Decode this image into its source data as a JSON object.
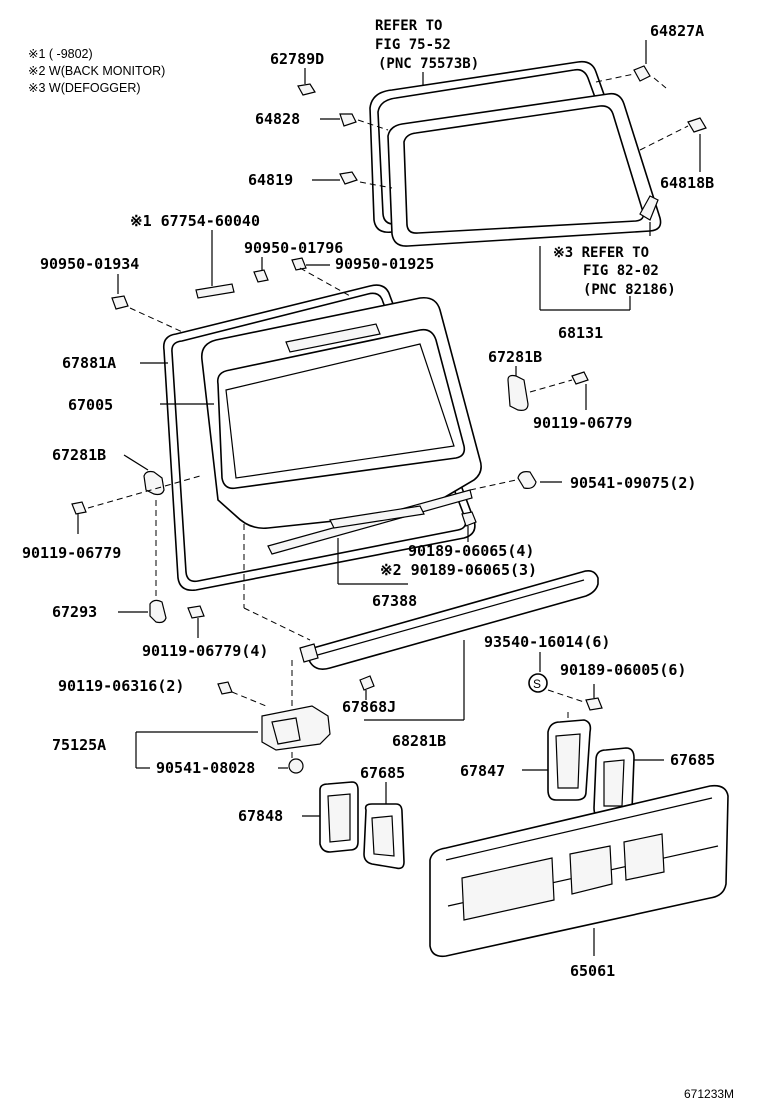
{
  "notes": [
    "※1 (      -9802)",
    "※2 W(BACK MONITOR)",
    "※3 W(DEFOGGER)"
  ],
  "refs": {
    "top": [
      "REFER TO",
      "FIG 75-52",
      "(PNC 75573B)"
    ],
    "defogger": [
      "※3 REFER TO",
      "FIG 82-02",
      "(PNC 82186)"
    ]
  },
  "labels": {
    "p62789D": "62789D",
    "p64827A": "64827A",
    "p64828": "64828",
    "p64819": "64819",
    "p64818B": "64818B",
    "p67754": "※1 67754-60040",
    "p90950_01796": "90950-01796",
    "p90950_01934": "90950-01934",
    "p90950_01925": "90950-01925",
    "p68131": "68131",
    "p67881A": "67881A",
    "p67005": "67005",
    "p67281B_r": "67281B",
    "p67281B_l": "67281B",
    "p90119_06779_r": "90119-06779",
    "p90541_09075": "90541-09075(2)",
    "p90119_06779_l": "90119-06779",
    "p90189_06065_4": "90189-06065(4)",
    "p90189_06065_3": "※2 90189-06065(3)",
    "p67388": "67388",
    "p67293": "67293",
    "p90119_06779_4": "90119-06779(4)",
    "p93540": "93540-16014(6)",
    "p90119_06316": "90119-06316(2)",
    "p90189_06005": "90189-06005(6)",
    "p67868J": "67868J",
    "p75125A": "75125A",
    "p68281B": "68281B",
    "p90541_08028": "90541-08028",
    "p67685_l": "67685",
    "p67847": "67847",
    "p67685_r": "67685",
    "p67848": "67848",
    "p65061": "65061",
    "s_marker": "S"
  },
  "figure_id": "671233M"
}
